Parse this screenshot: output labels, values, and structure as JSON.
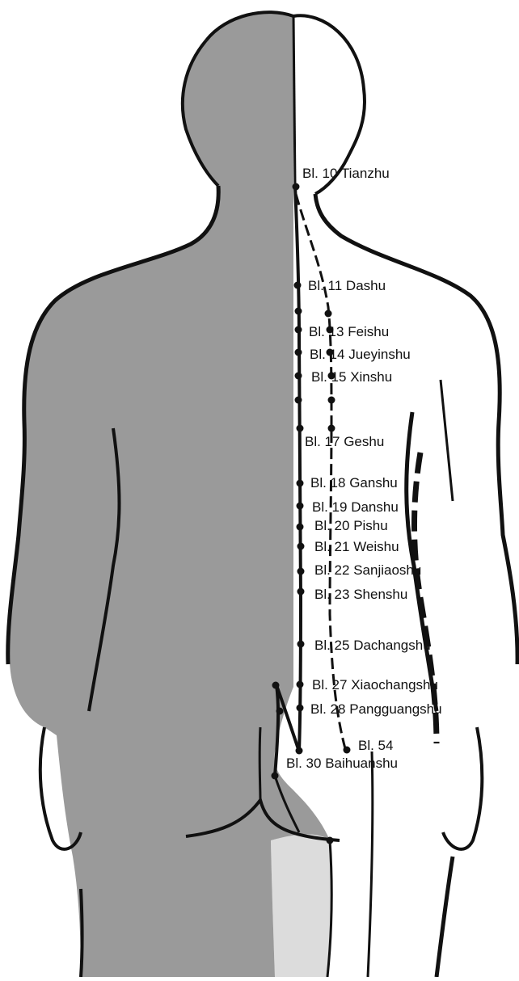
{
  "colors": {
    "background": "#ffffff",
    "body_shaded": "#9a9a9a",
    "body_light": "#ffffff",
    "leg_light": "#dcdcdc",
    "outline": "#111111",
    "point": "#111111"
  },
  "icons": {
    "figure": "human-back-figure",
    "point": "acupoint-dot"
  },
  "points": [
    {
      "id": "bl10",
      "label": "Bl. 10 Tianzhu"
    },
    {
      "id": "bl11",
      "label": "Bl. 11 Dashu"
    },
    {
      "id": "bl13",
      "label": "Bl. 13 Feishu"
    },
    {
      "id": "bl14",
      "label": "Bl. 14 Jueyinshu"
    },
    {
      "id": "bl15",
      "label": "Bl. 15 Xinshu"
    },
    {
      "id": "bl17",
      "label": "Bl. 17 Geshu"
    },
    {
      "id": "bl18",
      "label": "Bl. 18 Ganshu"
    },
    {
      "id": "bl19",
      "label": "Bl. 19 Danshu"
    },
    {
      "id": "bl20",
      "label": "Bl. 20 Pishu"
    },
    {
      "id": "bl21",
      "label": "Bl. 21 Weishu"
    },
    {
      "id": "bl22",
      "label": "Bl. 22 Sanjiaoshu"
    },
    {
      "id": "bl23",
      "label": "Bl. 23 Shenshu"
    },
    {
      "id": "bl25",
      "label": "Bl. 25 Dachangshu"
    },
    {
      "id": "bl27",
      "label": "Bl. 27 Xiaochangshu"
    },
    {
      "id": "bl28",
      "label": "Bl. 28 Pangguangshu"
    },
    {
      "id": "bl54",
      "label": "Bl. 54"
    },
    {
      "id": "bl30",
      "label": "Bl. 30 Baihuanshu"
    }
  ]
}
